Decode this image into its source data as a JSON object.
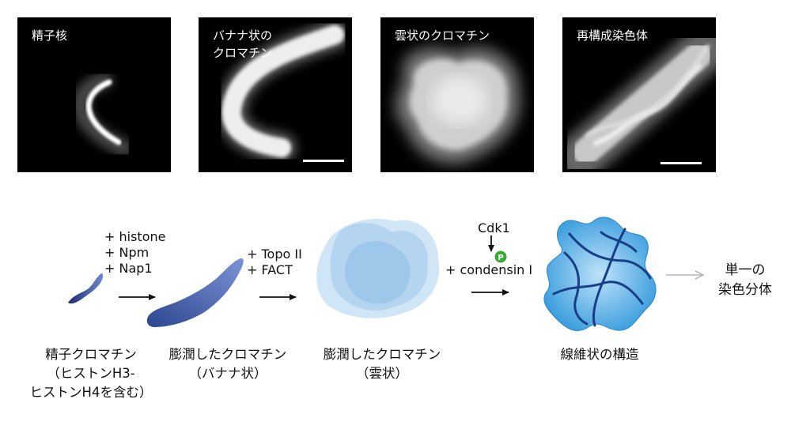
{
  "panels": [
    {
      "label": "精子核"
    },
    {
      "label": "バナナ状の\nクロマチン"
    },
    {
      "label": "雲状のクロマチン"
    },
    {
      "label": "再構成染色体"
    }
  ],
  "reagents": {
    "step1": "+ histone\n+ Npm\n+ Nap1",
    "step2": "+ Topo II\n+ FACT",
    "step3_kinase": "Cdk1",
    "step3_phospho": "P",
    "step3_condensin": "+ condensin I"
  },
  "stages": [
    {
      "caption": "精子クロマチン\n（ヒストンH3-\nヒストンH4を含む）"
    },
    {
      "caption": "膨潤したクロマチン\n（バナナ状）"
    },
    {
      "caption": "膨潤したクロマチン\n（雲状）"
    },
    {
      "caption": "線維状の構造"
    }
  ],
  "final_stage": "単一の\n染色分体",
  "colors": {
    "arrow": "#111111",
    "arrow_faded": "#b5b5b5",
    "phospho_badge": "#3aa935",
    "chromatin_dark": "#2c3f8f",
    "cloud_blue": "#a9d0ef",
    "fiber_blue": "#1a4f9c",
    "fiber_fill": "#3fa3e2"
  }
}
